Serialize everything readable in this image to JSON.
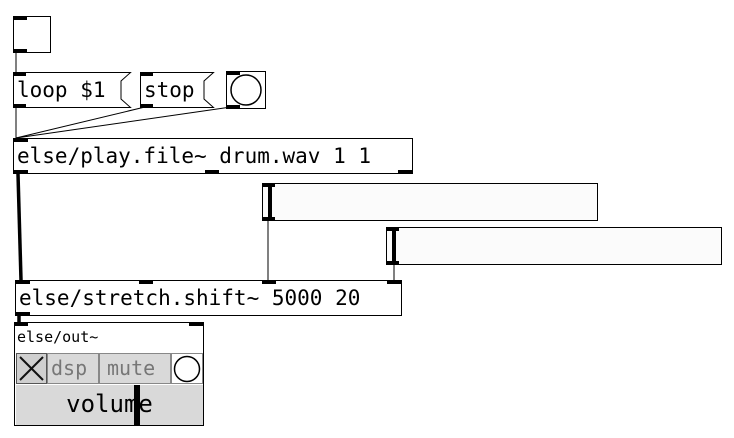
{
  "patch": {
    "toggle_top": {
      "kind": "toggle"
    },
    "msg_loop": {
      "text": "loop $1"
    },
    "msg_stop": {
      "text": "stop"
    },
    "bang": {
      "kind": "bang"
    },
    "obj_play": {
      "text": "else/play.file~ drum.wav 1 1"
    },
    "slider_1": {
      "kind": "hslider",
      "value": 0
    },
    "slider_2": {
      "kind": "hslider",
      "value": 0
    },
    "obj_stretch": {
      "text": "else/stretch.shift~ 5000 20"
    },
    "out": {
      "title": "else/out~",
      "dsp_label": "dsp",
      "mute_label": "mute",
      "volume_label": "volume",
      "volume_value": 0.65
    }
  },
  "colors": {
    "background": "#ffffff",
    "box_border": "#000000",
    "panel_gray": "#d9d9d9"
  }
}
